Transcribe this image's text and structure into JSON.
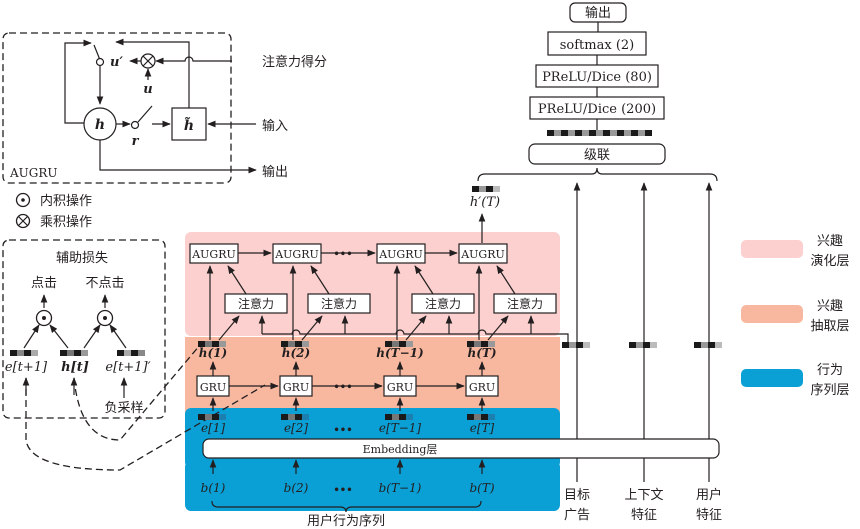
{
  "colors": {
    "evolution_layer": "#fbd0cf",
    "extraction_layer": "#f8b8a0",
    "behavior_layer": "#0aa0d6",
    "line": "#231f20"
  },
  "augru_panel": {
    "title": "AUGRU",
    "h": "h",
    "h_tilde": "h̃",
    "u": "u",
    "u_prime": "u′",
    "r": "r",
    "attention_score": "注意力得分",
    "input": "输入",
    "output": "输出"
  },
  "legend_ops": [
    {
      "icon": "dot-product-icon",
      "label": "内积操作"
    },
    {
      "icon": "multiply-icon",
      "label": "乘积操作"
    }
  ],
  "aux_loss_panel": {
    "title": "辅助损失",
    "click": "点击",
    "no_click": "不点击",
    "e_next": "e[t+1]",
    "h_t": "h[t]",
    "e_next_neg": "e[t+1]′",
    "negative_sampling": "负采样"
  },
  "top_stack": {
    "output": "输出",
    "softmax": "softmax (2)",
    "prelu80": "PReLU/Dice (80)",
    "prelu200": "PReLU/Dice (200)",
    "concat": "级联",
    "h_prime_T": "h′(T)"
  },
  "evolution": {
    "augru_units": [
      "AUGRU",
      "AUGRU",
      "AUGRU",
      "AUGRU"
    ],
    "attention_units": [
      "注意力",
      "注意力",
      "注意力",
      "注意力"
    ],
    "ellipsis": "•••"
  },
  "extraction": {
    "hidden_labels": [
      "h(1)",
      "h(2)",
      "h(T−1)",
      "h(T)"
    ],
    "gru_units": [
      "GRU",
      "GRU",
      "GRU",
      "GRU"
    ],
    "ellipsis": "•••"
  },
  "behavior": {
    "embed_labels": [
      "e[1]",
      "e[2]",
      "e[T−1]",
      "e[T]"
    ],
    "embedding_layer": "Embedding层",
    "behavior_labels": [
      "b(1)",
      "b(2)",
      "b(T−1)",
      "b(T)"
    ],
    "ellipsis": "•••",
    "sequence_caption": "用户行为序列"
  },
  "side_features": [
    {
      "line1": "目标",
      "line2": "广告"
    },
    {
      "line1": "上下文",
      "line2": "特征"
    },
    {
      "line1": "用户",
      "line2": "特征"
    }
  ],
  "layer_legend": [
    {
      "line1": "兴趣",
      "line2": "演化层",
      "color": "#fbd0cf"
    },
    {
      "line1": "兴趣",
      "line2": "抽取层",
      "color": "#f8b8a0"
    },
    {
      "line1": "行为",
      "line2": "序列层",
      "color": "#0aa0d6"
    }
  ]
}
